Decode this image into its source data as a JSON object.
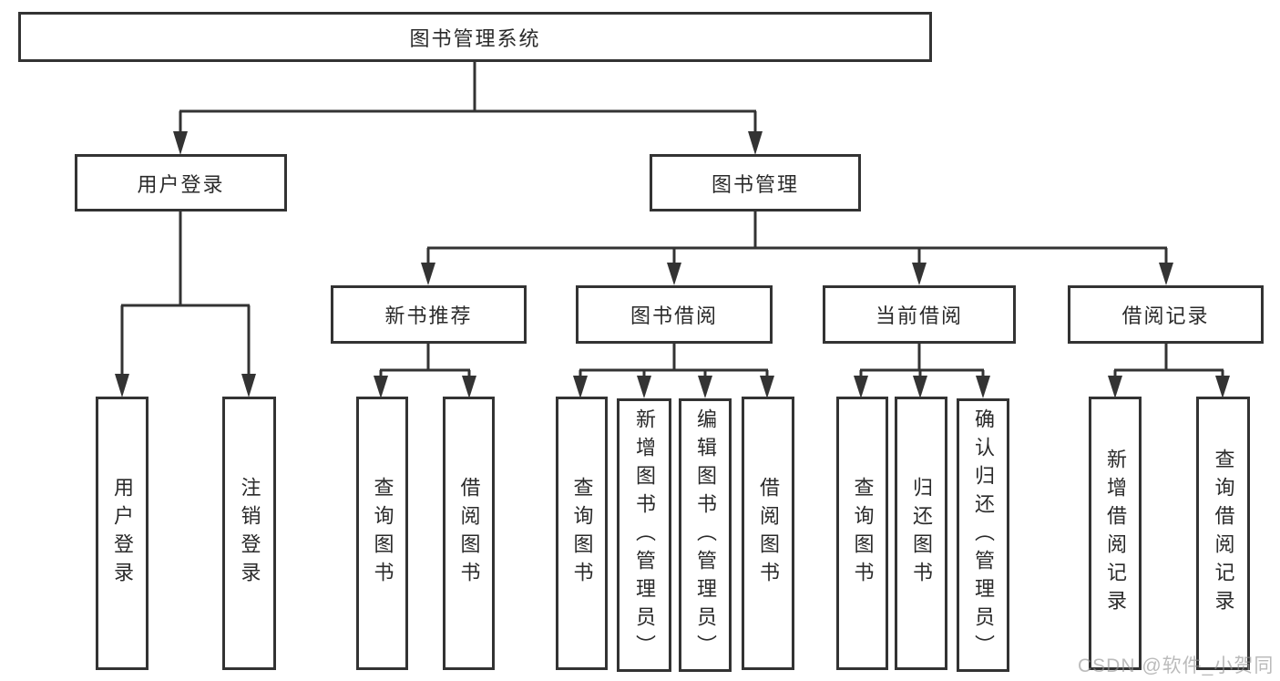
{
  "diagram": {
    "root": "图书管理系统",
    "level2": {
      "login": "用户登录",
      "book_mgmt": "图书管理"
    },
    "level3": {
      "new_book": "新书推荐",
      "book_borrow": "图书借阅",
      "current_borrow": "当前借阅",
      "borrow_record": "借阅记录"
    },
    "login_children": [
      "用户登录",
      "注销登录"
    ],
    "new_book_children": [
      "查询图书",
      "借阅图书"
    ],
    "book_borrow_children": [
      "查询图书",
      "新增图书（管理员）",
      "编辑图书（管理员）",
      "借阅图书"
    ],
    "current_borrow_children": [
      "查询图书",
      "归还图书",
      "确认归还（管理员）"
    ],
    "borrow_record_children": [
      "新增借阅记录",
      "查询借阅记录"
    ]
  },
  "watermark": "CSDN @软件_小贺同学",
  "colors": {
    "line": "#333333",
    "box_border": "#333333",
    "text": "#2a2a2a",
    "watermark": "#919191",
    "background": "#ffffff"
  }
}
